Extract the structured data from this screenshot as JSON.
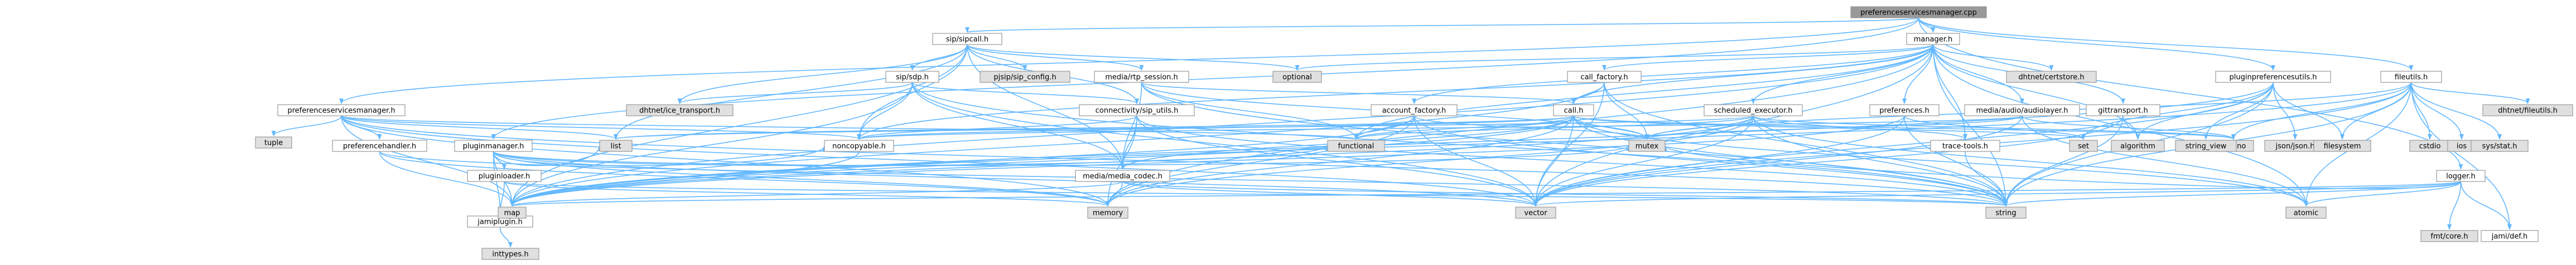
{
  "colors": {
    "edge": "#63b8ff",
    "root_fill": "#999999",
    "project_fill": "#ffffff",
    "system_fill": "#e0e0e0",
    "border_default": "#999999",
    "border_incomplete": "#ff0000"
  },
  "nodes": [
    {
      "id": "root",
      "label": "preferenceservicesmanager.cpp",
      "kind": "root"
    },
    {
      "id": "sipvoipcall",
      "label": "sip/sipcall.h",
      "kind": "project"
    },
    {
      "id": "manager",
      "label": "manager.h",
      "kind": "project"
    },
    {
      "id": "pjsip_config",
      "label": "pjsip/sip_config.h",
      "kind": "system"
    },
    {
      "id": "sipsdp",
      "label": "sip/sdp.h",
      "kind": "incomplete"
    },
    {
      "id": "media_rtp",
      "label": "media/rtp_session.h",
      "kind": "incomplete"
    },
    {
      "id": "optional",
      "label": "optional",
      "kind": "system"
    },
    {
      "id": "dhtnet_certstore",
      "label": "dhtnet/certstore.h",
      "kind": "system"
    },
    {
      "id": "call_factory",
      "label": "call_factory.h",
      "kind": "incomplete"
    },
    {
      "id": "prefservicesmgr_h",
      "label": "preferenceservicesmanager.h",
      "kind": "project"
    },
    {
      "id": "dhtnet_ice",
      "label": "dhtnet/ice_transport.h",
      "kind": "system"
    },
    {
      "id": "connectivity",
      "label": "connectivity/sip_utils.h",
      "kind": "incomplete"
    },
    {
      "id": "account_factory",
      "label": "account_factory.h",
      "kind": "incomplete"
    },
    {
      "id": "call_h",
      "label": "call.h",
      "kind": "incomplete"
    },
    {
      "id": "scheduled_executor",
      "label": "scheduled_executor.h",
      "kind": "incomplete"
    },
    {
      "id": "preferences_h",
      "label": "preferences.h",
      "kind": "incomplete"
    },
    {
      "id": "audiolayer",
      "label": "media/audio/audiolayer.h",
      "kind": "incomplete"
    },
    {
      "id": "gittransport",
      "label": "gittransport.h",
      "kind": "incomplete"
    },
    {
      "id": "pluginprefutils",
      "label": "pluginpreferencesutils.h",
      "kind": "project"
    },
    {
      "id": "fileutils",
      "label": "fileutils.h",
      "kind": "project"
    },
    {
      "id": "tuple",
      "label": "tuple",
      "kind": "system"
    },
    {
      "id": "pluginmanager",
      "label": "pluginmanager.h",
      "kind": "project"
    },
    {
      "id": "list",
      "label": "list",
      "kind": "system"
    },
    {
      "id": "prefhandler",
      "label": "preferencehandler.h",
      "kind": "project"
    },
    {
      "id": "pluginloader",
      "label": "pluginloader.h",
      "kind": "incomplete"
    },
    {
      "id": "noncopyable",
      "label": "noncopyable.h",
      "kind": "project"
    },
    {
      "id": "media_codec",
      "label": "media/media_codec.h",
      "kind": "incomplete"
    },
    {
      "id": "functional",
      "label": "functional",
      "kind": "system"
    },
    {
      "id": "mutex",
      "label": "mutex",
      "kind": "system"
    },
    {
      "id": "trace_tools",
      "label": "trace-tools.h",
      "kind": "project"
    },
    {
      "id": "set",
      "label": "set",
      "kind": "system"
    },
    {
      "id": "chrono",
      "label": "chrono",
      "kind": "system"
    },
    {
      "id": "algorithm",
      "label": "algorithm",
      "kind": "system"
    },
    {
      "id": "string_view",
      "label": "string_view",
      "kind": "system"
    },
    {
      "id": "jsonjson",
      "label": "json/json.h",
      "kind": "system"
    },
    {
      "id": "filesystem",
      "label": "filesystem",
      "kind": "system"
    },
    {
      "id": "logger",
      "label": "logger.h",
      "kind": "incomplete"
    },
    {
      "id": "cstdio",
      "label": "cstdio",
      "kind": "system"
    },
    {
      "id": "ios",
      "label": "ios",
      "kind": "system"
    },
    {
      "id": "sys_stat",
      "label": "sys/stat.h",
      "kind": "system"
    },
    {
      "id": "dhtnet_fileutils",
      "label": "dhtnet/fileutils.h",
      "kind": "system"
    },
    {
      "id": "jamiplugin",
      "label": "jamiplugin.h",
      "kind": "project"
    },
    {
      "id": "inttypes",
      "label": "inttypes.h",
      "kind": "system"
    },
    {
      "id": "map",
      "label": "map",
      "kind": "system"
    },
    {
      "id": "memory",
      "label": "memory",
      "kind": "system"
    },
    {
      "id": "vector",
      "label": "vector",
      "kind": "system"
    },
    {
      "id": "string",
      "label": "string",
      "kind": "system"
    },
    {
      "id": "atomic",
      "label": "atomic",
      "kind": "system"
    },
    {
      "id": "fmt_core",
      "label": "fmt/core.h",
      "kind": "system"
    },
    {
      "id": "jamidef",
      "label": "jami/def.h",
      "kind": "project"
    }
  ],
  "edges": [
    [
      "root",
      "sipvoipcall"
    ],
    [
      "root",
      "manager"
    ],
    [
      "root",
      "prefservicesmgr_h"
    ],
    [
      "root",
      "pluginmanager"
    ],
    [
      "root",
      "pluginprefutils"
    ],
    [
      "root",
      "fileutils"
    ],
    [
      "root",
      "logger"
    ],
    [
      "sipvoipcall",
      "pjsip_config"
    ],
    [
      "sipvoipcall",
      "sipsdp"
    ],
    [
      "sipvoipcall",
      "media_rtp"
    ],
    [
      "sipvoipcall",
      "optional"
    ],
    [
      "sipvoipcall",
      "dhtnet_ice"
    ],
    [
      "sipvoipcall",
      "connectivity"
    ],
    [
      "sipvoipcall",
      "noncopyable"
    ],
    [
      "sipvoipcall",
      "media_codec"
    ],
    [
      "sipvoipcall",
      "list"
    ],
    [
      "sipvoipcall",
      "map"
    ],
    [
      "manager",
      "optional"
    ],
    [
      "manager",
      "dhtnet_certstore"
    ],
    [
      "manager",
      "call_factory"
    ],
    [
      "manager",
      "account_factory"
    ],
    [
      "manager",
      "call_h"
    ],
    [
      "manager",
      "scheduled_executor"
    ],
    [
      "manager",
      "preferences_h"
    ],
    [
      "manager",
      "audiolayer"
    ],
    [
      "manager",
      "gittransport"
    ],
    [
      "manager",
      "trace_tools"
    ],
    [
      "manager",
      "functional"
    ],
    [
      "manager",
      "algorithm"
    ],
    [
      "manager",
      "memory"
    ],
    [
      "manager",
      "vector"
    ],
    [
      "manager",
      "string"
    ],
    [
      "manager",
      "map"
    ],
    [
      "manager",
      "atomic"
    ],
    [
      "manager",
      "noncopyable"
    ],
    [
      "sipsdp",
      "connectivity"
    ],
    [
      "sipsdp",
      "noncopyable"
    ],
    [
      "sipsdp",
      "media_codec"
    ],
    [
      "sipsdp",
      "map"
    ],
    [
      "sipsdp",
      "vector"
    ],
    [
      "sipsdp",
      "string"
    ],
    [
      "sipsdp",
      "dhtnet_ice"
    ],
    [
      "media_rtp",
      "call_h"
    ],
    [
      "media_rtp",
      "functional"
    ],
    [
      "media_rtp",
      "mutex"
    ],
    [
      "media_rtp",
      "string"
    ],
    [
      "media_rtp",
      "media_codec"
    ],
    [
      "call_factory",
      "call_h"
    ],
    [
      "call_factory",
      "mutex"
    ],
    [
      "call_factory",
      "vector"
    ],
    [
      "call_factory",
      "string"
    ],
    [
      "call_factory",
      "map"
    ],
    [
      "account_factory",
      "functional"
    ],
    [
      "account_factory",
      "mutex"
    ],
    [
      "account_factory",
      "memory"
    ],
    [
      "account_factory",
      "vector"
    ],
    [
      "account_factory",
      "map"
    ],
    [
      "account_factory",
      "string"
    ],
    [
      "call_h",
      "mutex"
    ],
    [
      "call_h",
      "set"
    ],
    [
      "call_h",
      "list"
    ],
    [
      "call_h",
      "functional"
    ],
    [
      "call_h",
      "memory"
    ],
    [
      "call_h",
      "vector"
    ],
    [
      "call_h",
      "string"
    ],
    [
      "call_h",
      "media_codec"
    ],
    [
      "call_h",
      "map"
    ],
    [
      "call_h",
      "atomic"
    ],
    [
      "call_h",
      "chrono"
    ],
    [
      "call_h",
      "noncopyable"
    ],
    [
      "connectivity",
      "noncopyable"
    ],
    [
      "connectivity",
      "media_codec"
    ],
    [
      "connectivity",
      "string"
    ],
    [
      "connectivity",
      "vector"
    ],
    [
      "connectivity",
      "memory"
    ],
    [
      "scheduled_executor",
      "functional"
    ],
    [
      "scheduled_executor",
      "mutex"
    ],
    [
      "scheduled_executor",
      "chrono"
    ],
    [
      "scheduled_executor",
      "memory"
    ],
    [
      "scheduled_executor",
      "vector"
    ],
    [
      "scheduled_executor",
      "string"
    ],
    [
      "scheduled_executor",
      "map"
    ],
    [
      "scheduled_executor",
      "atomic"
    ],
    [
      "scheduled_executor",
      "trace_tools"
    ],
    [
      "scheduled_executor",
      "list"
    ],
    [
      "preferences_h",
      "set"
    ],
    [
      "preferences_h",
      "string"
    ],
    [
      "preferences_h",
      "vector"
    ],
    [
      "preferences_h",
      "map"
    ],
    [
      "audiolayer",
      "mutex"
    ],
    [
      "audiolayer",
      "chrono"
    ],
    [
      "audiolayer",
      "vector"
    ],
    [
      "audiolayer",
      "atomic"
    ],
    [
      "audiolayer",
      "noncopyable"
    ],
    [
      "gittransport",
      "string"
    ],
    [
      "gittransport",
      "vector"
    ],
    [
      "gittransport",
      "algorithm"
    ],
    [
      "prefservicesmgr_h",
      "tuple"
    ],
    [
      "prefservicesmgr_h",
      "prefhandler"
    ],
    [
      "prefservicesmgr_h",
      "list"
    ],
    [
      "prefservicesmgr_h",
      "noncopyable"
    ],
    [
      "prefservicesmgr_h",
      "functional"
    ],
    [
      "prefservicesmgr_h",
      "map"
    ],
    [
      "prefservicesmgr_h",
      "memory"
    ],
    [
      "prefservicesmgr_h",
      "string"
    ],
    [
      "prefservicesmgr_h",
      "vector"
    ],
    [
      "prefhandler",
      "map"
    ],
    [
      "prefhandler",
      "memory"
    ],
    [
      "prefhandler",
      "string"
    ],
    [
      "pluginmanager",
      "pluginloader"
    ],
    [
      "pluginmanager",
      "jamiplugin"
    ],
    [
      "pluginmanager",
      "list"
    ],
    [
      "pluginmanager",
      "map"
    ],
    [
      "pluginmanager",
      "memory"
    ],
    [
      "pluginmanager",
      "vector"
    ],
    [
      "pluginmanager",
      "functional"
    ],
    [
      "pluginmanager",
      "noncopyable"
    ],
    [
      "pluginmanager",
      "mutex"
    ],
    [
      "pluginloader",
      "jamiplugin"
    ],
    [
      "pluginloader",
      "string"
    ],
    [
      "pluginloader",
      "memory"
    ],
    [
      "jamiplugin",
      "inttypes"
    ],
    [
      "media_codec",
      "memory"
    ],
    [
      "media_codec",
      "vector"
    ],
    [
      "media_codec",
      "string"
    ],
    [
      "media_codec",
      "map"
    ],
    [
      "noncopyable",
      "map"
    ],
    [
      "trace_tools",
      "string"
    ],
    [
      "pluginprefutils",
      "string_view"
    ],
    [
      "pluginprefutils",
      "jsonjson"
    ],
    [
      "pluginprefutils",
      "filesystem"
    ],
    [
      "pluginprefutils",
      "map"
    ],
    [
      "pluginprefutils",
      "set"
    ],
    [
      "pluginprefutils",
      "string"
    ],
    [
      "pluginprefutils",
      "vector"
    ],
    [
      "pluginprefutils",
      "algorithm"
    ],
    [
      "fileutils",
      "dhtnet_fileutils"
    ],
    [
      "fileutils",
      "cstdio"
    ],
    [
      "fileutils",
      "ios"
    ],
    [
      "fileutils",
      "sys_stat"
    ],
    [
      "fileutils",
      "filesystem"
    ],
    [
      "fileutils",
      "chrono"
    ],
    [
      "fileutils",
      "mutex"
    ],
    [
      "fileutils",
      "string"
    ],
    [
      "fileutils",
      "vector"
    ],
    [
      "fileutils",
      "map"
    ],
    [
      "fileutils",
      "atomic"
    ],
    [
      "fileutils",
      "jamidef"
    ],
    [
      "logger",
      "fmt_core"
    ],
    [
      "logger",
      "jamidef"
    ],
    [
      "logger",
      "string"
    ],
    [
      "logger",
      "vector"
    ],
    [
      "logger",
      "atomic"
    ],
    [
      "logger",
      "map"
    ],
    [
      "logger",
      "mutex"
    ]
  ]
}
